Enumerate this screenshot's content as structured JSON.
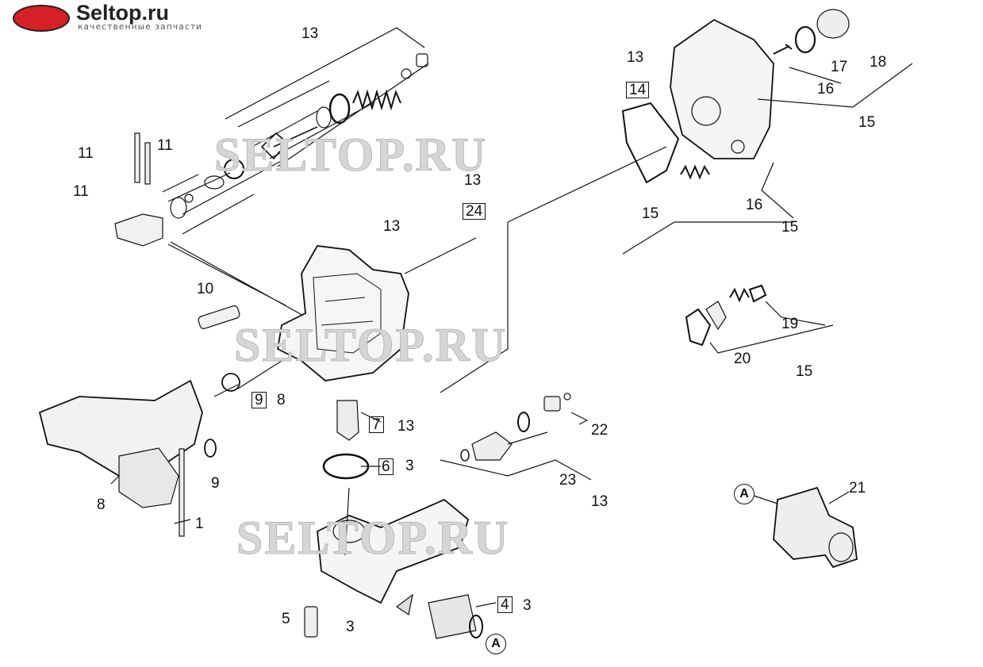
{
  "logo": {
    "title": "Seltop.ru",
    "subtitle": "качественные запчасти"
  },
  "watermarks": [
    "SELTOP.RU",
    "SELTOP.RU",
    "SELTOP.RU"
  ],
  "callouts": {
    "c13_top": "13",
    "c11_a": "11",
    "c11_b": "11",
    "c11_c": "11",
    "c13_mid": "13",
    "c24": "24",
    "c13_body": "13",
    "c10": "10",
    "c13_right": "13",
    "c14": "14",
    "c15_gasket": "15",
    "c17": "17",
    "c18": "18",
    "c16_a": "16",
    "c15_a": "15",
    "c16_b": "16",
    "c15_b": "15",
    "c19": "19",
    "c20": "20",
    "c15_c": "15",
    "c9_8a": "9",
    "c9_8b": "8",
    "c7": "7",
    "c13_b": "13",
    "c6": "6",
    "c3_a": "3",
    "c9": "9",
    "c8": "8",
    "c1": "1",
    "c22": "22",
    "c23": "23",
    "c13_c": "13",
    "c21": "21",
    "c5": "5",
    "c3_b": "3",
    "c4": "4",
    "c3_c": "3",
    "marker_a1": "A",
    "marker_a2": "A"
  }
}
